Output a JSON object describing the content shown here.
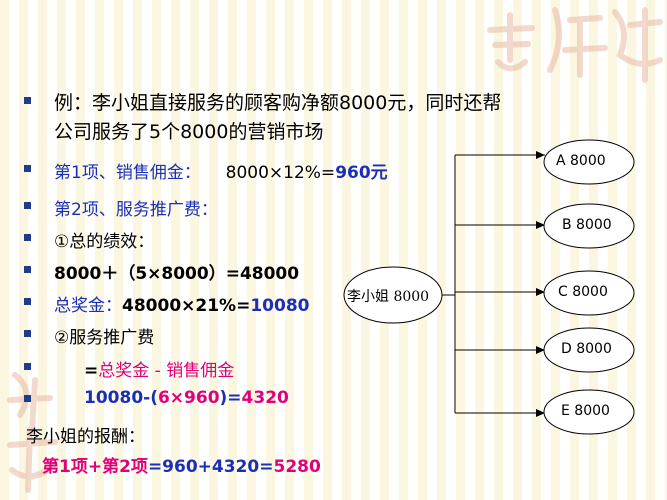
{
  "watermark": {
    "top_right": "吉祥",
    "bottom_left": "吉祥"
  },
  "colors": {
    "bullet": "#1f3c8b",
    "blue": "#1a2fb5",
    "magenta": "#e0007a",
    "stripe": "#fbf6df"
  },
  "lines": {
    "example_1": "例：李小姐直接服务的顾客购净额8000元，同时还帮",
    "example_2": "公司服务了5个8000的营销市场",
    "item1_label": "第1项、销售佣金：",
    "item1_calc": "8000×12%=",
    "item1_result": "960元",
    "item2_label": "第2项、服务推广费：",
    "perf_label": "①总的绩效：",
    "perf_calc": "8000＋（5×8000）=48000",
    "bonus_label": "总奖金：",
    "bonus_calc": "48000×21%=",
    "bonus_result": "10080",
    "service_label": "②服务推广费",
    "service_eq": "=",
    "service_formula": "总奖金 - 销售佣金",
    "calc_prefix": "10080-(",
    "calc_inner": "6×960",
    "calc_mid": ")=",
    "calc_result": "4320",
    "reward_label": "李小姐的报酬：",
    "reward_item1": "第1项",
    "reward_plus": "+",
    "reward_item2": "第2项",
    "reward_calc": "=960+4320=",
    "reward_result": "5280"
  },
  "diagram": {
    "center": "李小姐 8000",
    "leaves": [
      "A   8000",
      "B  8000",
      "C   8000",
      "D  8000",
      "E  8000"
    ]
  }
}
